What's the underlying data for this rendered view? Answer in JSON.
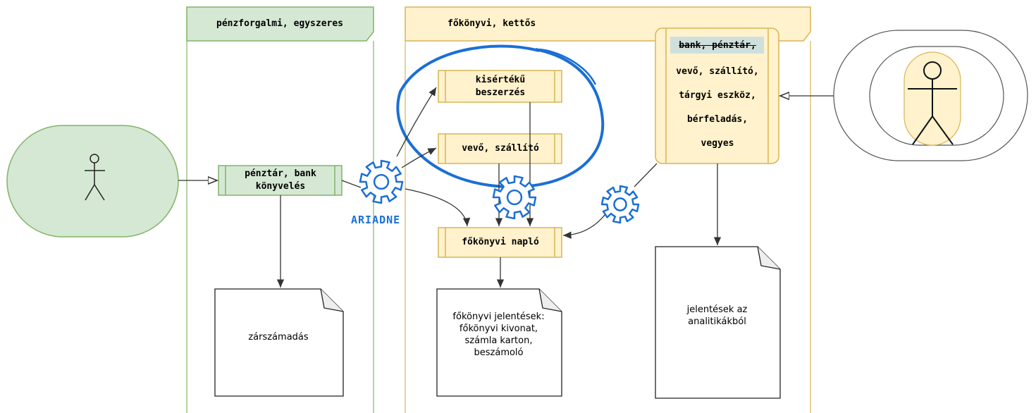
{
  "lanes": {
    "left_title": "pénzforgalmi, egyszeres",
    "right_title": "főkönyvi, kettős"
  },
  "processes": {
    "penztar_bank": [
      "pénztár, bank",
      "könyvelés"
    ],
    "kisertek": [
      "kisértékű",
      "beszerzés"
    ],
    "vevo_szallito": "vevő, szállító",
    "fokonyvi_naplo": "főkönyvi napló"
  },
  "analytics_list": {
    "first": "bank, pénztár,",
    "items": [
      "vevő, szállító,",
      "tárgyi eszköz,",
      "bérfeladás,",
      "vegyes"
    ]
  },
  "documents": {
    "zarszamadas": "zárszámadás",
    "fokonyvi_jelentesek": [
      "főkönyvi jelentések:",
      "főkönyvi kivonat,",
      "számla karton,",
      "beszámoló"
    ],
    "jelentesek_analitika": [
      "jelentések az",
      "analitikákból"
    ]
  },
  "software_label": "ARIADNE",
  "colors": {
    "green_fill": "#d5e8d4",
    "green_stroke": "#82b366",
    "yellow_fill": "#fff2cc",
    "yellow_stroke": "#d6b656",
    "blue": "#1a6fd6"
  }
}
